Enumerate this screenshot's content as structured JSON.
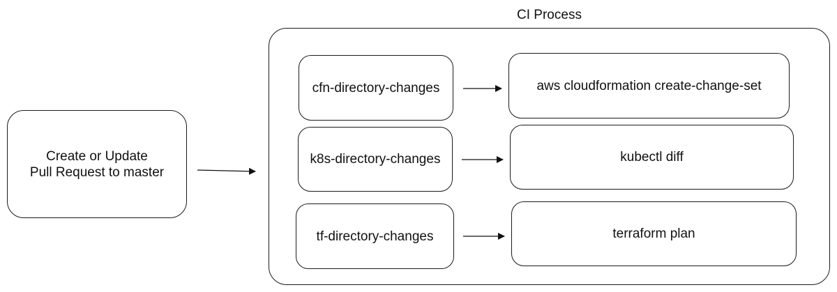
{
  "start": {
    "line1": "Create or Update",
    "line2": "Pull Request to master"
  },
  "ci_process": {
    "title": "CI Process",
    "rows": [
      {
        "trigger": "cfn-directory-changes",
        "action": "aws cloudformation create-change-set"
      },
      {
        "trigger": "k8s-directory-changes",
        "action": "kubectl diff"
      },
      {
        "trigger": "tf-directory-changes",
        "action": "terraform plan"
      }
    ]
  }
}
